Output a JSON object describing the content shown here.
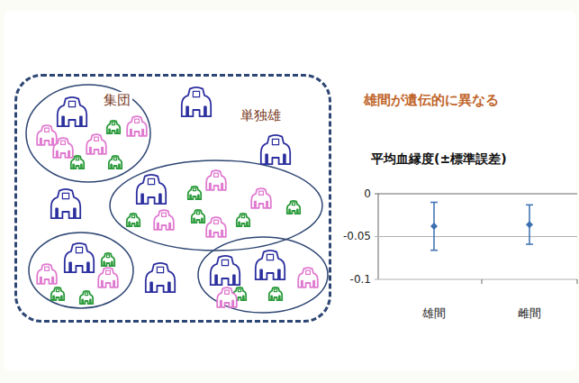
{
  "diagram": {
    "nodes": [
      {
        "text": [
          "単独雄"
        ]
      },
      {
        "text": [
          "集団"
        ],
        "in": 0
      }
    ],
    "labels": [
      "雄間が遺伝的に異なる",
      "平均血縁度(±標準誤差)",
      "0",
      "-0.05",
      "-0.1",
      "雄間",
      "雌間"
    ]
  }
}
